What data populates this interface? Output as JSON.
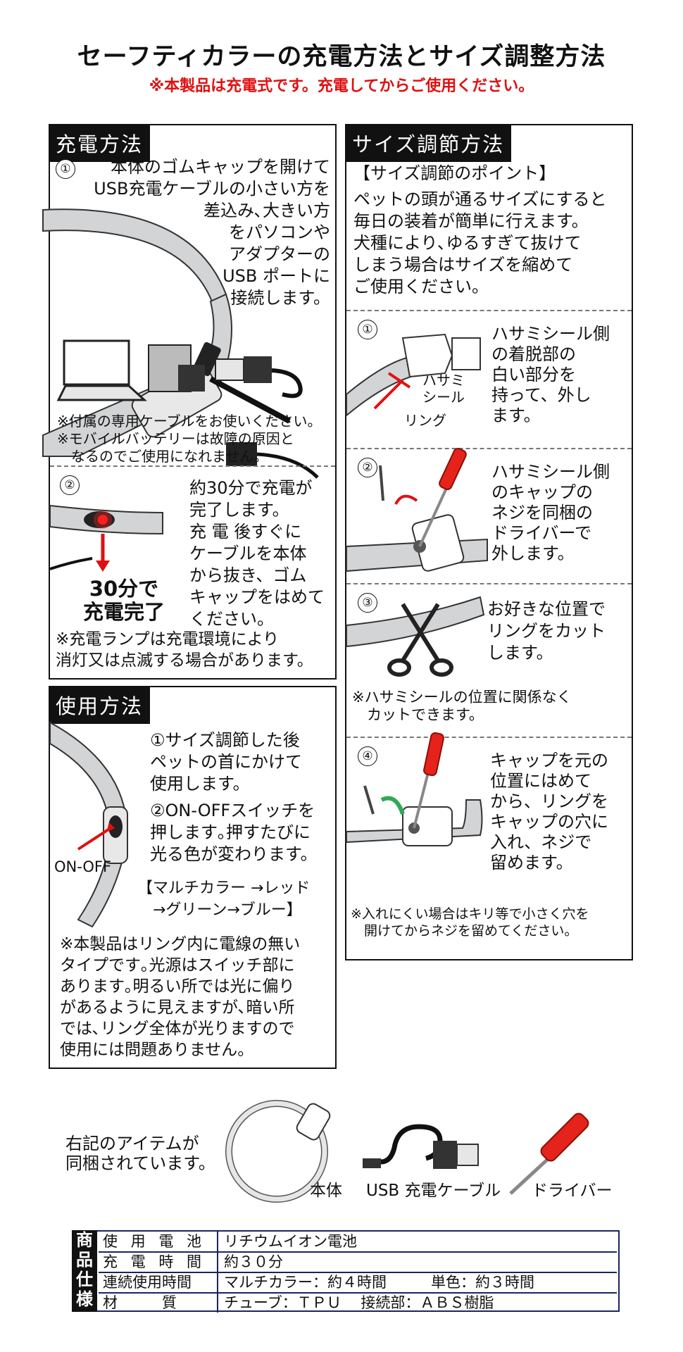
{
  "title": "セーフティカラーの充電方法とサイズ調整方法",
  "subtitle": "※本製品は充電式です。充電してからご使用ください。",
  "colors": {
    "accent_red": "#e01010",
    "ring_gray": "#d2d4d6",
    "screwdriver": "#e5231b",
    "arrow_green": "#2eaa55"
  },
  "charging": {
    "header": "充電方法",
    "step1_num": "①",
    "step1_text": "本体のゴムキャップを開けて\nUSB充電ケーブルの小さい方を\n差込み､大きい方\nをパソコンや\nアダプターの\nUSB ポートに\n接続します。",
    "notes": "※付属の専用ケーブルをお使いください。\n※モバイルバッテリーは故障の原因と\n　なるのでご使用になれません。",
    "step2_num": "②",
    "step2_text": "約30分で充電が\n完了します。\n充 電 後すぐに\nケーブルを本体\nから抜き、ゴム\nキャップをはめて\nください。",
    "done_label": "30分で\n充電完了",
    "lamp_note": "※充電ランプは充電環境により\n消灯又は点滅する場合があります。"
  },
  "usage": {
    "header": "使用方法",
    "step1": "①サイズ調節した後\nペットの首にかけて\n使用します。",
    "step2": "②ON-OFFスイッチを\n押します｡押すたびに\n光る色が変わります。",
    "color_order": "【マルチカラー →レッド\n　→グリーン→ブルー】",
    "onoff_label": "ON-OFF",
    "note": "※本製品はリング内に電線の無い\nタイプです｡光源はスイッチ部に\nあります｡明るい所では光に偏り\nがあるように見えますが､暗い所\nでは､リング全体が光りますので\n使用には問題ありません。"
  },
  "size": {
    "header": "サイズ調節方法",
    "point_title": "【サイズ調節のポイント】",
    "point_text": "ペットの頭が通るサイズにすると\n毎日の装着が簡単に行えます。\n犬種により､ゆるすぎて抜けて\nしまう場合はサイズを縮めて\nご使用ください。",
    "step1_num": "①",
    "step1_text": "ハサミシール側\nの着脱部の\n白い部分を\n持って、外し\nます。",
    "scissor_seal_label": "ハサミ\nシール",
    "ring_label": "リング",
    "step2_num": "②",
    "step2_text": "ハサミシール側\nのキャップの\nネジを同梱の\nドライバーで\n外します。",
    "step3_num": "③",
    "step3_text": "お好きな位置で\nリングをカット\nします。",
    "step3_note": "※ハサミシールの位置に関係なく\n　カットできます。",
    "step4_num": "④",
    "step4_text": "キャップを元の\n位置にはめて\nから、リングを\nキャップの穴に\n入れ、ネジで\n留めます。",
    "step4_note": "※入れにくい場合はキリ等で小さく穴を\n　開けてからネジを留めてください。"
  },
  "included": {
    "text": "右記のアイテムが\n同梱されています。",
    "items": [
      "本体",
      "USB 充電ケーブル",
      "ドライバー"
    ]
  },
  "specs": {
    "side_label": "商\n品\n仕\n様",
    "rows": [
      {
        "label": "使 用 電 池",
        "value": "リチウムイオン電池"
      },
      {
        "label": "充 電 時 間",
        "value": "約３０分"
      },
      {
        "label": "連続使用時間",
        "value": "マルチカラー：約４時間　　　単色：約３時間"
      },
      {
        "label": "材　　　質",
        "value": "チューブ：ＴＰＵ　 接続部：ＡＢＳ樹脂"
      }
    ]
  }
}
